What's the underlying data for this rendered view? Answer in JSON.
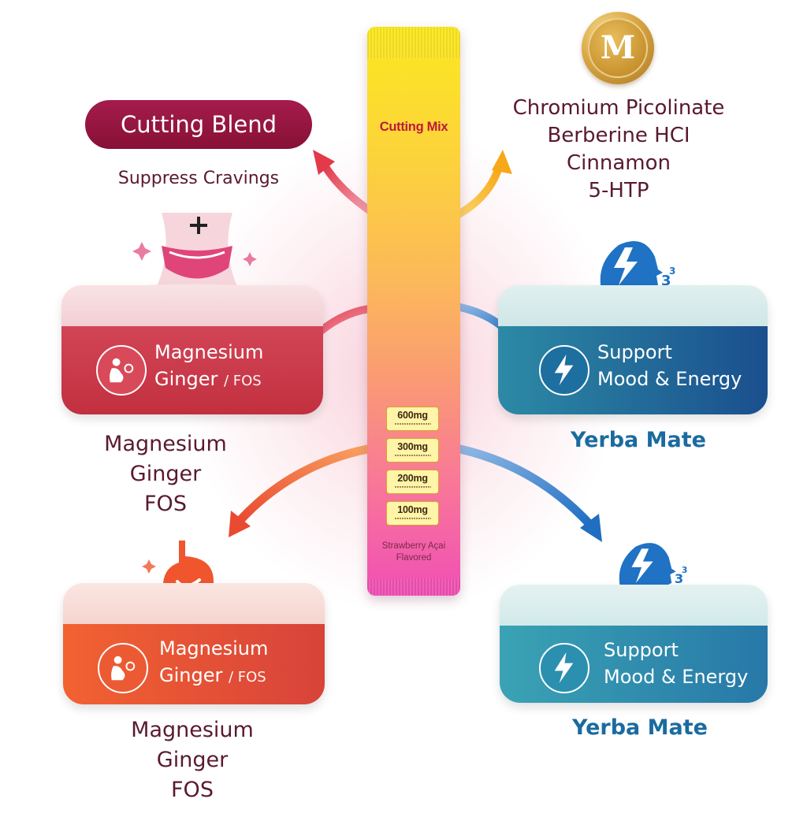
{
  "product": {
    "name": "Cutting Mix",
    "doses": [
      "600mg",
      "300mg",
      "200mg",
      "100mg"
    ],
    "flavor_line1": "Strawberry Açai",
    "flavor_line2": "Flavored"
  },
  "blend": {
    "title": "Cutting Blend",
    "subtitle": "Suppress Cravings"
  },
  "badge_letter": "M",
  "ingredients": [
    "Chromium Picolinate",
    "Berberine HCI",
    "Cinnamon",
    "5-HTP"
  ],
  "cards": {
    "top_left": {
      "line1": "Magnesium",
      "line2": "Ginger",
      "slash": "/ FOS"
    },
    "bottom_left": {
      "line1": "Magnesium",
      "line2": "Ginger",
      "slash": "/ FOS"
    },
    "top_right": {
      "line1": "Support",
      "line2": "Mood & Energy"
    },
    "bottom_right": {
      "line1": "Support",
      "line2": "Mood & Energy"
    }
  },
  "captions": {
    "left_mid": [
      "Magnesium",
      "Ginger",
      "FOS"
    ],
    "left_bottom": [
      "Magnesium",
      "Ginger",
      "FOS"
    ],
    "right_mid": "Yerba Mate",
    "right_bottom": "Yerba Mate"
  },
  "colors": {
    "maroon": "#871035",
    "red_card": "#c8344a",
    "orange_card": "#ef5a2a",
    "blue_card": "#1c5f99",
    "teal_card": "#2a8fa8",
    "gold": "#d9a845"
  }
}
